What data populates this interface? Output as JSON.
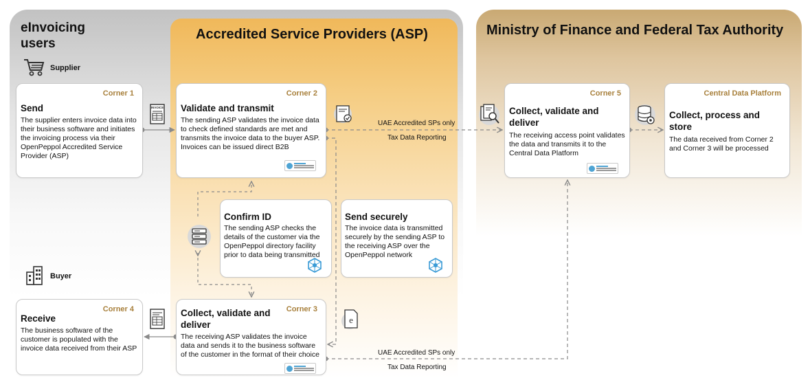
{
  "panels": {
    "users_title": "eInvoicing users",
    "asp_title": "Accredited Service Providers (ASP)",
    "mof_title": "Ministry of Finance and Federal Tax Authority"
  },
  "roles": {
    "supplier": "Supplier",
    "buyer": "Buyer"
  },
  "boxes": {
    "send": {
      "corner": "Corner 1",
      "title": "Send",
      "text": "The supplier enters invoice data into their business software and initiates the invoicing process via their OpenPeppol Accredited Service Provider (ASP)"
    },
    "validate": {
      "corner": "Corner 2",
      "title": "Validate and transmit",
      "text": "The sending ASP validates the invoice data to check defined standards are met and transmits the invoice data to the buyer ASP. Invoices can be issued direct B2B"
    },
    "confirm": {
      "title": "Confirm ID",
      "text": "The sending ASP checks the details of the customer via the OpenPeppol directory facility prior to data being transmitted"
    },
    "secure": {
      "title": "Send securely",
      "text": "The invoice data is transmitted securely by the sending ASP to the receiving ASP over the OpenPeppol network"
    },
    "corner5": {
      "corner": "Corner 5",
      "title": "Collect, validate and deliver",
      "text": "The receiving access point validates the data and transmits it to the Central Data Platform"
    },
    "cdp": {
      "corner": "Central Data Platform",
      "title": "Collect, process and store",
      "text": "The data received from Corner 2 and Corner 3 will be processed"
    },
    "receive": {
      "corner": "Corner 4",
      "title": "Receive",
      "text": "The business software of the customer is populated with the invoice data received from their ASP"
    },
    "corner3": {
      "corner": "Corner 3",
      "title": "Collect, validate and deliver",
      "text": "The receiving ASP validates the invoice data and sends it to the business software of the customer in the format of their choice"
    }
  },
  "flow_labels": {
    "top_above": "UAE Accredited SPs only",
    "top_below": "Tax Data Reporting",
    "bottom_above": "UAE Accredited SPs only",
    "bottom_below": "Tax Data Reporting"
  },
  "icons": {
    "invoice_label": "INVOICE",
    "e_doc_label": "e",
    "accent_color": "#a8803c",
    "connector_color": "#8a8a8a"
  }
}
